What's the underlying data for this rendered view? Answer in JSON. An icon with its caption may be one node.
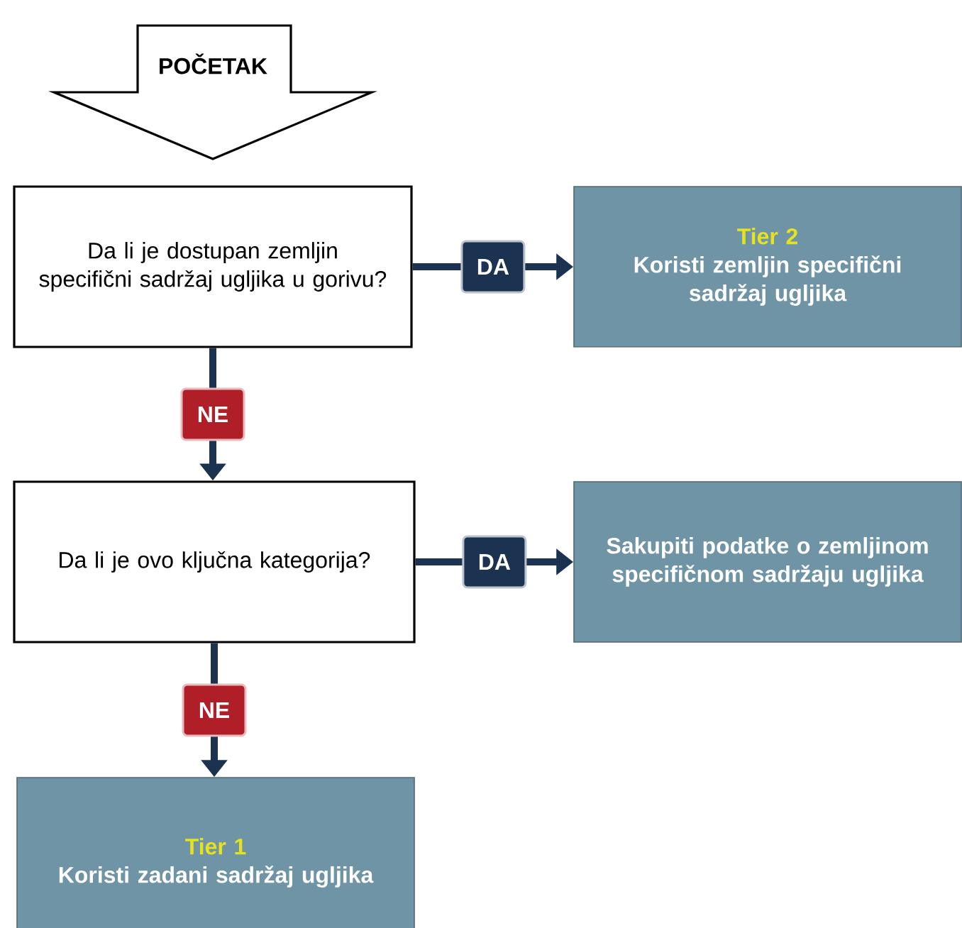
{
  "diagram": {
    "nodes": [
      {
        "text": [
          "POČETAK"
        ]
      },
      {
        "text": [
          "Da li je dostupan zemljin specifični sadržaj ugljika u gorivu?"
        ]
      },
      {
        "text": [
          "Tier 2",
          "Koristi zemljin specifični sadržaj ugljika"
        ]
      },
      {
        "text": [
          "Da li je ovo ključna kategorija?"
        ]
      },
      {
        "text": [
          "Sakupiti podatke o zemljinom specifičnom sadržaju ugljika"
        ]
      },
      {
        "text": [
          "Tier 1",
          "Koristi zadani sadržaj ugljika"
        ]
      }
    ],
    "edges": [
      {
        "from": 1,
        "to": 2,
        "arrow": "to",
        "label": "DA"
      },
      {
        "from": 1,
        "to": 3,
        "arrow": "to",
        "label": "NE"
      },
      {
        "from": 3,
        "to": 4,
        "arrow": "to",
        "label": "DA"
      },
      {
        "from": 3,
        "to": 5,
        "arrow": "to",
        "label": "NE"
      }
    ]
  }
}
